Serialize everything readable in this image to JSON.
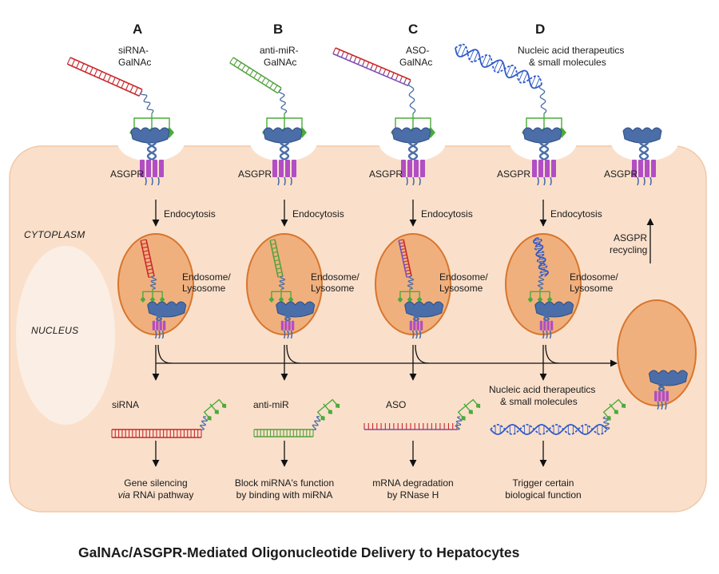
{
  "title": "GalNAc/ASGPR-Mediated Oligonucleotide Delivery to Hepatocytes",
  "regions": {
    "cytoplasm": "CYTOPLASM",
    "nucleus": "NUCLEUS"
  },
  "receptor_label": "ASGPR",
  "step_label": "Endocytosis",
  "endosome_label": [
    "Endosome/",
    "Lysosome"
  ],
  "recycling_label": [
    "ASGPR",
    "recycling"
  ],
  "colors": {
    "cell": "#fae0cb",
    "cell_border": "#f1c8a8",
    "nucleus": "#fbeee4",
    "endosome_fill": "#f0b07d",
    "endosome_stroke": "#d8752d",
    "galnac": "#4aac3a",
    "receptor": "#4b6ea8",
    "membrane": "#b14ec5",
    "siRNA": "#c8282d",
    "antimiR": "#53a13d",
    "ASO_top": "#c8282d",
    "ASO_bottom": "#7a4fb5",
    "dna": "#2f5ac8"
  },
  "panels": [
    {
      "letter": "A",
      "construct": [
        "siRNA-",
        "GalNAc"
      ],
      "payload": "siRNA",
      "outcome": [
        "Gene silencing",
        "via RNAi pathway"
      ]
    },
    {
      "letter": "B",
      "construct": [
        "anti-miR-",
        "GalNAc"
      ],
      "payload": "anti-miR",
      "outcome": [
        "Block miRNA's function",
        "by binding with miRNA"
      ]
    },
    {
      "letter": "C",
      "construct": [
        "ASO-",
        "GalNAc"
      ],
      "payload": "ASO",
      "outcome": [
        "mRNA degradation",
        "by RNase H"
      ]
    },
    {
      "letter": "D",
      "construct": [
        "Nucleic acid therapeutics",
        "& small molecules"
      ],
      "payload": "Nucleic acid therapeutics & small molecules",
      "payload_lines": [
        "Nucleic acid therapeutics",
        "& small molecules"
      ],
      "outcome": [
        "Trigger certain",
        "biological function"
      ]
    }
  ]
}
